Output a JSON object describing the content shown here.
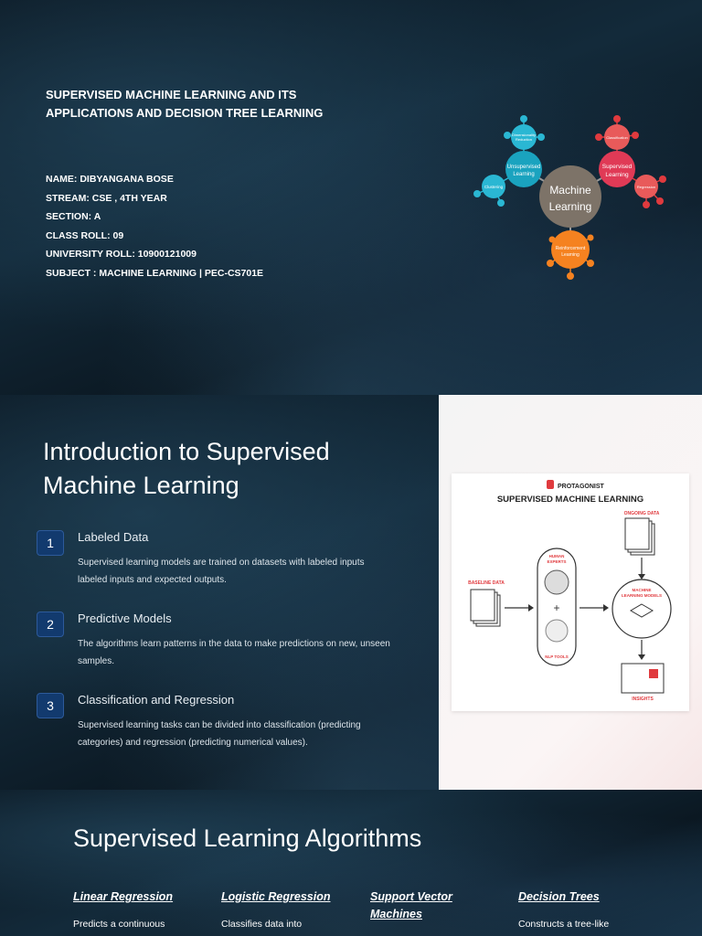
{
  "slide1": {
    "title": "SUPERVISED MACHINE LEARNING AND ITS APPLICATIONS AND DECISION TREE LEARNING",
    "info": [
      "NAME: DIBYANGANA BOSE",
      "STREAM: CSE , 4TH YEAR",
      "SECTION: A",
      "CLASS ROLL: 09",
      "UNIVERSITY ROLL: 10900121009",
      "SUBJECT : MACHINE LEARNING  | PEC-CS701E"
    ],
    "mindmap": {
      "center": [
        "Machine",
        "Learning"
      ],
      "unsupervised": [
        "Unsupervised",
        "Learning"
      ],
      "supervised": [
        "Supervised",
        "Learning"
      ],
      "reinforcement": [
        "Reinforcement",
        "Learning"
      ],
      "clustering": "Clustering",
      "dimred": [
        "Dimensionality",
        "Reduction"
      ],
      "classification": "Classification",
      "regression": "Regression"
    }
  },
  "slide2": {
    "heading": "Introduction to Supervised Machine Learning",
    "items": [
      {
        "num": "1",
        "title": "Labeled Data",
        "desc": "Supervised learning models are trained on datasets with labeled inputs labeled inputs and expected outputs."
      },
      {
        "num": "2",
        "title": "Predictive Models",
        "desc": "The algorithms learn patterns in the data to make predictions on new, unseen samples."
      },
      {
        "num": "3",
        "title": "Classification and Regression",
        "desc": "Supervised learning tasks can be divided into classification (predicting categories) and regression (predicting numerical values)."
      }
    ],
    "figure": {
      "brand": "PROTAGONIST",
      "title": "SUPERVISED MACHINE LEARNING",
      "baseline": "BASELINE DATA",
      "ongoing": "ONGOING DATA",
      "experts": [
        "HUMAN",
        "EXPERTS"
      ],
      "nlp": "NLP TOOLS",
      "models": [
        "MACHINE",
        "LEARNING MODELS"
      ],
      "insights": "INSIGHTS"
    }
  },
  "slide3": {
    "heading": "Supervised Learning Algorithms",
    "algorithms": [
      {
        "title": "Linear Regression",
        "desc": "Predicts a continuous"
      },
      {
        "title": "Logistic Regression",
        "desc": "Classifies data into"
      },
      {
        "title": "Support Vector Machines",
        "desc": ""
      },
      {
        "title": "Decision Trees",
        "desc": "Constructs a tree-like"
      }
    ]
  },
  "colors": {
    "accent_blue": "#123a6e",
    "red": "#e03a3e",
    "cyan": "#2ab7d3",
    "orange": "#f58220",
    "gray": "#7d7368"
  }
}
